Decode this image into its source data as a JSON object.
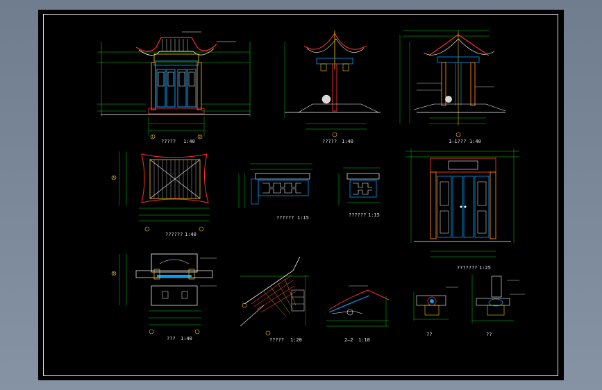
{
  "drawing": {
    "views": [
      {
        "id": "front-elevation",
        "caption": "?????",
        "scale": "1:40"
      },
      {
        "id": "side-elevation",
        "caption": "?????",
        "scale": "1:40"
      },
      {
        "id": "section-1-1",
        "caption": "1—1???",
        "scale": "1:40"
      },
      {
        "id": "roof-plan",
        "caption": "??????",
        "scale": "1:40"
      },
      {
        "id": "railing-detail-a",
        "caption": "??????",
        "scale": "1:15"
      },
      {
        "id": "railing-detail-b",
        "caption": "??????",
        "scale": "1:15"
      },
      {
        "id": "door-elevation",
        "caption": "???????",
        "scale": "1:25"
      },
      {
        "id": "floor-plan",
        "caption": "???",
        "scale": "1:40"
      },
      {
        "id": "eave-corner-plan",
        "caption": "?????",
        "scale": "1:20"
      },
      {
        "id": "section-2-2",
        "caption": "2—2",
        "scale": "1:10"
      },
      {
        "id": "detail-left",
        "caption": "??",
        "scale": ""
      },
      {
        "id": "detail-right",
        "caption": "??",
        "scale": ""
      }
    ],
    "axis_labels": {
      "a": "A",
      "b": "B",
      "one": "1",
      "two": "2"
    }
  }
}
